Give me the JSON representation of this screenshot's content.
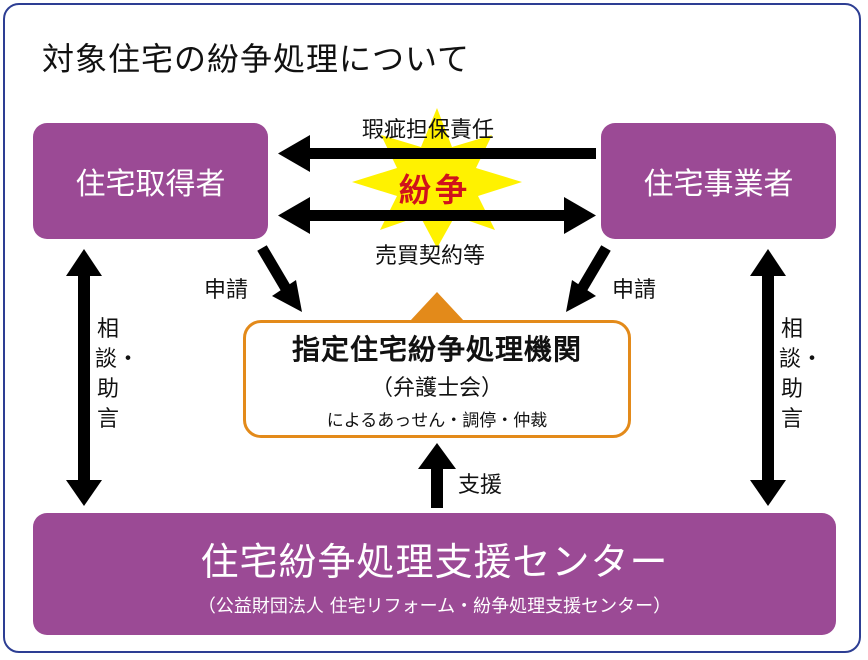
{
  "title": "対象住宅の紛争処理について",
  "parties": {
    "acquirer": "住宅取得者",
    "business": "住宅事業者"
  },
  "relations": {
    "defect_liability": "瑕疵担保責任",
    "dispute": "紛争",
    "sales_contract": "売買契約等"
  },
  "application": {
    "left": "申請",
    "right": "申請"
  },
  "organization": {
    "name": "指定住宅紛争処理機関",
    "paren": "（弁護士会）",
    "services": "によるあっせん・調停・仲裁"
  },
  "support_label": "支援",
  "consultation": {
    "left": "相談・助言",
    "right": "相談・助言"
  },
  "center": {
    "name": "住宅紛争処理支援センター",
    "sub": "（公益財団法人 住宅リフォーム・紛争処理支援センター）"
  },
  "colors": {
    "purple": "#9b4a95",
    "orange": "#e38a1a",
    "burst": "#fff200",
    "dispute_text": "#d0121b",
    "frame": "#2d3e93"
  }
}
